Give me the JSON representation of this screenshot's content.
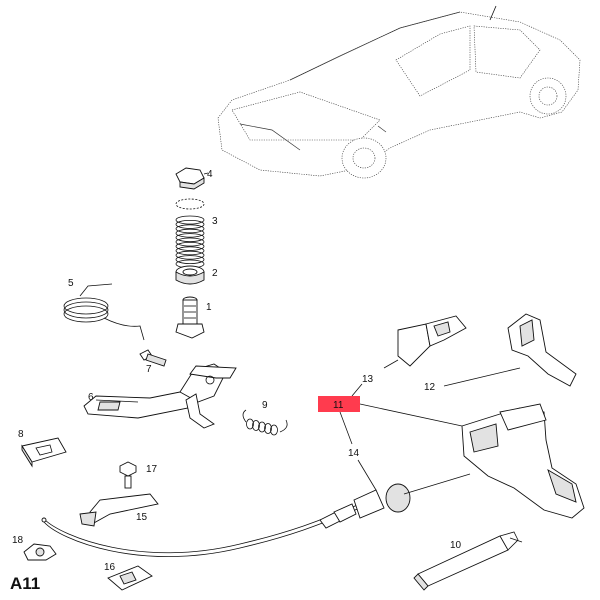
{
  "sheet_label": "A11",
  "highlight_color": "#ff3b4e",
  "callouts": {
    "c1": "1",
    "c2": "2",
    "c3": "3",
    "c4": "4",
    "c5": "5",
    "c6": "6",
    "c7": "7",
    "c8": "8",
    "c9": "9",
    "c10": "10",
    "c11": "11",
    "c12": "12",
    "c13": "13",
    "c14": "14",
    "c15": "15",
    "c16": "16",
    "c17": "17",
    "c18": "18"
  }
}
